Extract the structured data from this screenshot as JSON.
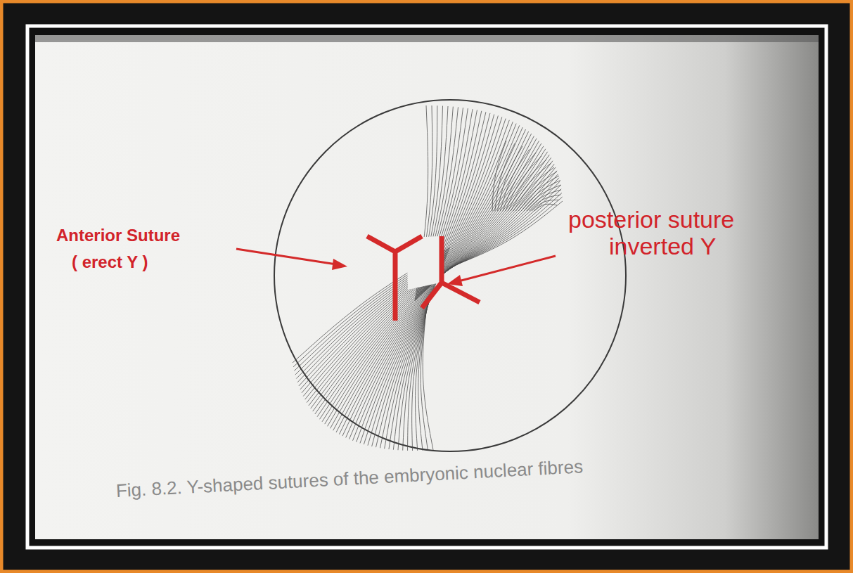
{
  "diagram": {
    "caption": "Fig. 8.2. Y-shaped sutures of the embryonic nuclear fibres",
    "labels": [
      "Anterior Suture",
      "( erect Y )",
      "posterior suture",
      "inverted Y"
    ]
  }
}
